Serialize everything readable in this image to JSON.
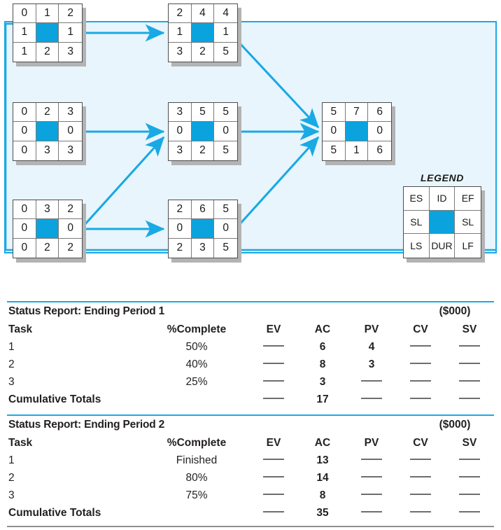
{
  "diagram": {
    "legend": {
      "title": "LEGEND",
      "cells": [
        "ES",
        "ID",
        "EF",
        "SL",
        "",
        "SL",
        "LS",
        "DUR",
        "LF"
      ]
    },
    "colors": {
      "node_fill": "#0ba3de",
      "panel_background": "#e8f5fc",
      "panel_border": "#19a9e5",
      "arrow": "#19a9e5",
      "node_shadow": "#b3b3b3"
    },
    "nodes": [
      {
        "name": "node-task-1",
        "cells": [
          "0",
          "1",
          "2",
          "1",
          "",
          "1",
          "1",
          "2",
          "3"
        ]
      },
      {
        "name": "node-task-4",
        "cells": [
          "2",
          "4",
          "4",
          "1",
          "",
          "1",
          "3",
          "2",
          "5"
        ]
      },
      {
        "name": "node-task-2",
        "cells": [
          "0",
          "2",
          "3",
          "0",
          "",
          "0",
          "0",
          "3",
          "3"
        ]
      },
      {
        "name": "node-task-5",
        "cells": [
          "3",
          "5",
          "5",
          "0",
          "",
          "0",
          "3",
          "2",
          "5"
        ]
      },
      {
        "name": "node-task-3",
        "cells": [
          "0",
          "3",
          "2",
          "0",
          "",
          "0",
          "0",
          "2",
          "2"
        ]
      },
      {
        "name": "node-task-6",
        "cells": [
          "2",
          "6",
          "5",
          "0",
          "",
          "0",
          "2",
          "3",
          "5"
        ]
      },
      {
        "name": "node-task-7",
        "cells": [
          "5",
          "7",
          "6",
          "0",
          "",
          "0",
          "5",
          "1",
          "6"
        ]
      }
    ]
  },
  "reports": [
    {
      "title": "Status Report: Ending Period 1",
      "units": "($000)",
      "headers": [
        "Task",
        "%Complete",
        "EV",
        "AC",
        "PV",
        "CV",
        "SV"
      ],
      "rows": [
        {
          "task": "1",
          "pct": "50%",
          "ev": "—",
          "ac": "6",
          "pv": "4",
          "cv": "—",
          "sv": "—"
        },
        {
          "task": "2",
          "pct": "40%",
          "ev": "—",
          "ac": "8",
          "pv": "3",
          "cv": "—",
          "sv": "—"
        },
        {
          "task": "3",
          "pct": "25%",
          "ev": "—",
          "ac": "3",
          "pv": "—",
          "cv": "—",
          "sv": "—"
        }
      ],
      "total": {
        "task": "Cumulative Totals",
        "pct": "",
        "ev": "—",
        "ac": "17",
        "pv": "—",
        "cv": "—",
        "sv": "—"
      }
    },
    {
      "title": "Status Report: Ending Period 2",
      "units": "($000)",
      "headers": [
        "Task",
        "%Complete",
        "EV",
        "AC",
        "PV",
        "CV",
        "SV"
      ],
      "rows": [
        {
          "task": "1",
          "pct": "Finished",
          "ev": "—",
          "ac": "13",
          "pv": "—",
          "cv": "—",
          "sv": "—"
        },
        {
          "task": "2",
          "pct": "80%",
          "ev": "—",
          "ac": "14",
          "pv": "—",
          "cv": "—",
          "sv": "—"
        },
        {
          "task": "3",
          "pct": "75%",
          "ev": "—",
          "ac": "8",
          "pv": "—",
          "cv": "—",
          "sv": "—"
        }
      ],
      "total": {
        "task": "Cumulative Totals",
        "pct": "",
        "ev": "—",
        "ac": "35",
        "pv": "—",
        "cv": "—",
        "sv": "—"
      }
    }
  ]
}
